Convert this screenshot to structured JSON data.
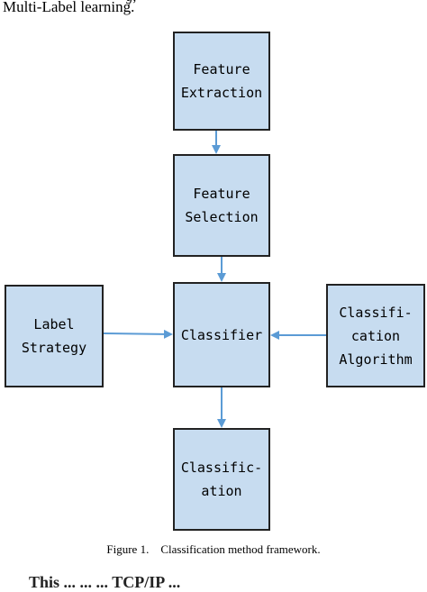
{
  "header_text": "Multi-Label learning.",
  "header_clipped": "g,",
  "boxes": {
    "feature_extraction": "Feature\nExtraction",
    "feature_selection": "Feature\nSelection",
    "classifier": "Classifier",
    "label_strategy": "Label\nStrategy",
    "classification_algorithm": "Classifi-\ncation\nAlgorithm",
    "classification": "Classific-\nation"
  },
  "caption": "Figure 1.    Classification method framework.",
  "footer_clipped": "This ... ... ... TCP/IP ..."
}
